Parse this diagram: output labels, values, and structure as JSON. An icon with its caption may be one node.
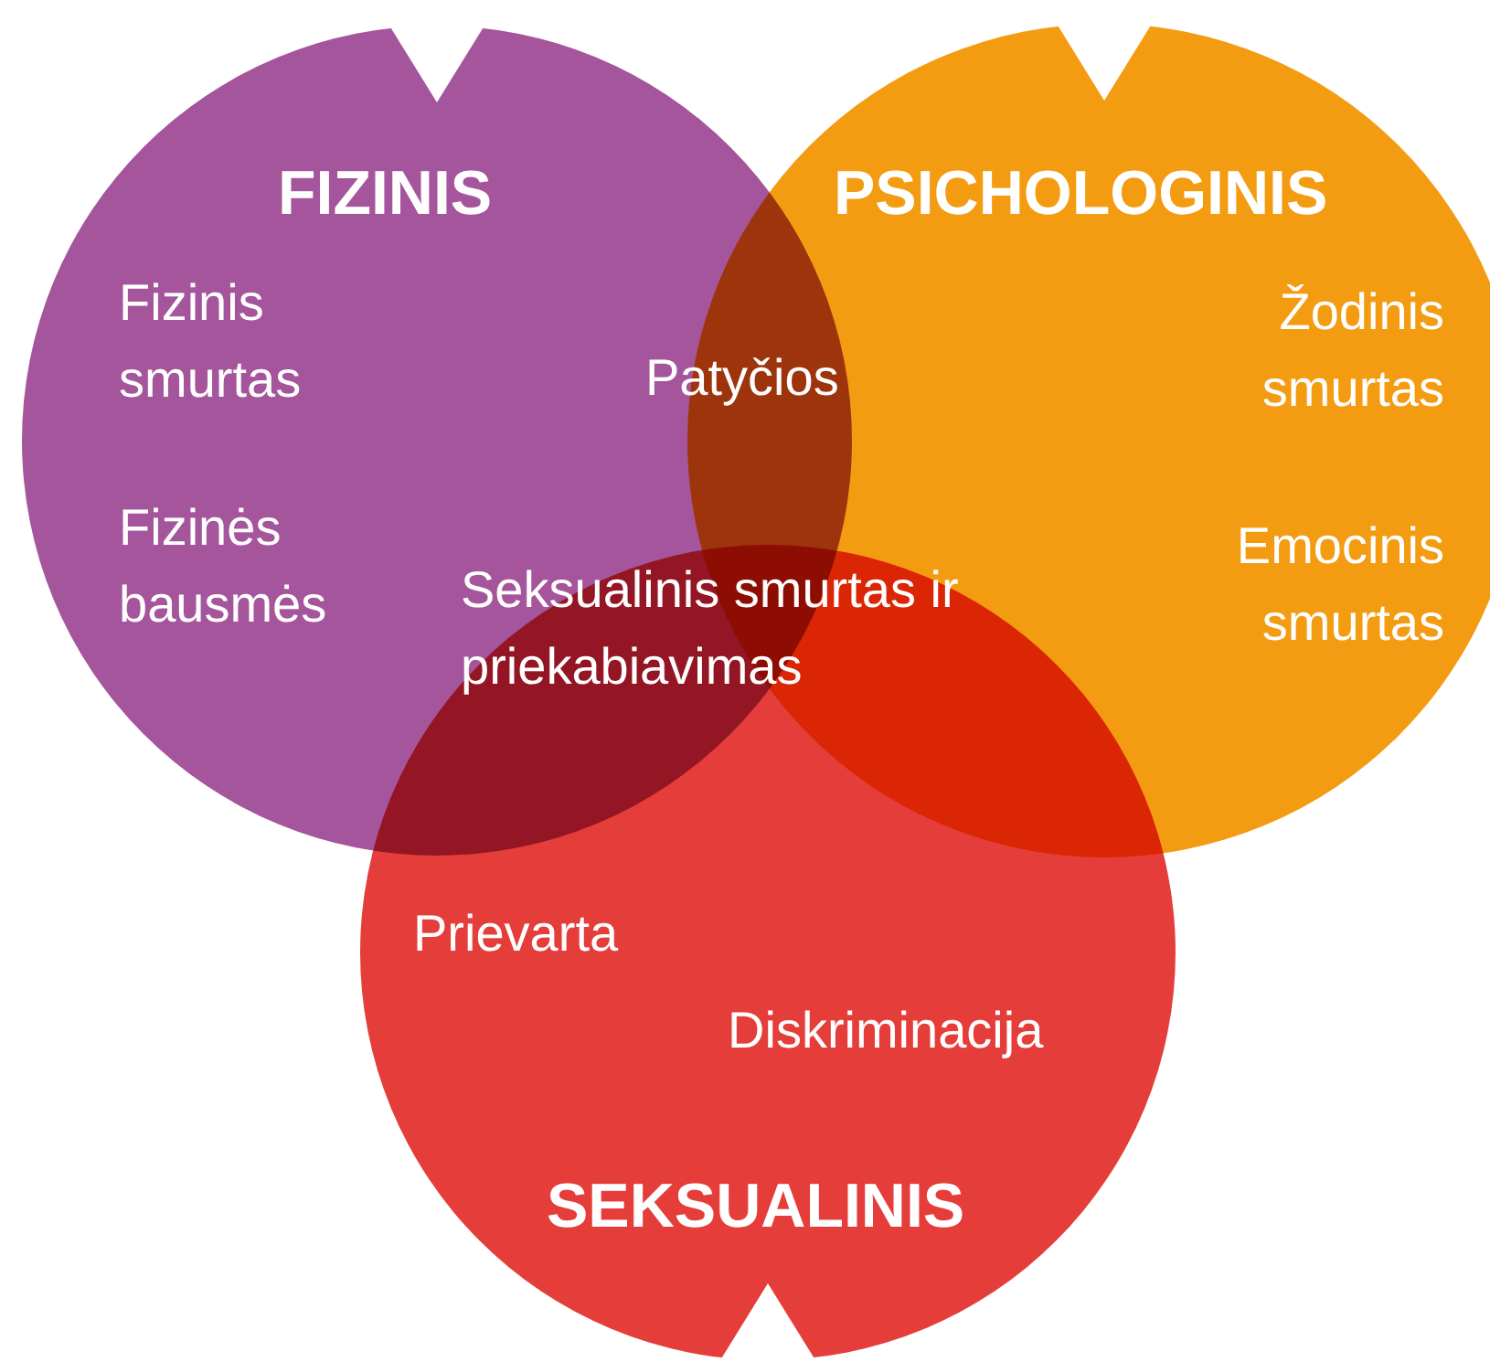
{
  "diagram": {
    "nodes": [
      {
        "text": [
          "FIZINIS",
          "Fizinis smurtas",
          "Fizinės bausmės"
        ]
      },
      {
        "text": [
          "PSICHOLOGINIS",
          "Žodinis smurtas",
          "Emocinis smurtas"
        ]
      },
      {
        "text": [
          "Prievarta",
          "Diskriminacija",
          "SEKSUALINIS"
        ]
      }
    ],
    "edges": [],
    "labels": [
      "Patyčios",
      "Seksualinis smurtas ir priekabiavimas"
    ]
  }
}
